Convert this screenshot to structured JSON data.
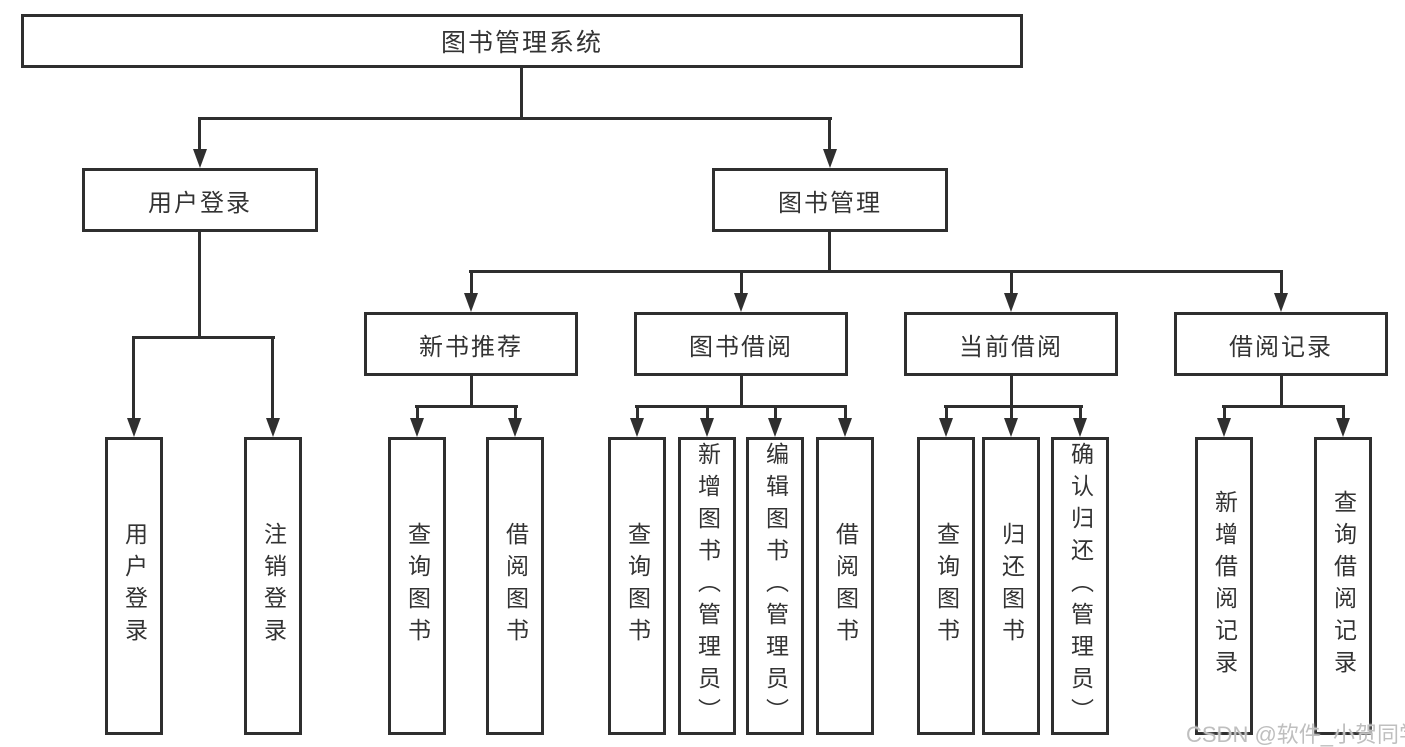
{
  "title": "图书管理系统",
  "tree": {
    "root": {
      "label": "图书管理系统",
      "children": [
        {
          "label": "用户登录",
          "children": [
            {
              "label": "用户登录"
            },
            {
              "label": "注销登录"
            }
          ]
        },
        {
          "label": "图书管理",
          "children": [
            {
              "label": "新书推荐",
              "children": [
                {
                  "label": "查询图书"
                },
                {
                  "label": "借阅图书"
                }
              ]
            },
            {
              "label": "图书借阅",
              "children": [
                {
                  "label": "查询图书"
                },
                {
                  "label": "新增图书（管理员）"
                },
                {
                  "label": "编辑图书（管理员）"
                },
                {
                  "label": "借阅图书"
                }
              ]
            },
            {
              "label": "当前借阅",
              "children": [
                {
                  "label": "查询图书"
                },
                {
                  "label": "归还图书"
                },
                {
                  "label": "确认归还（管理员）"
                }
              ]
            },
            {
              "label": "借阅记录",
              "children": [
                {
                  "label": "新增借阅记录"
                },
                {
                  "label": "查询借阅记录"
                }
              ]
            }
          ]
        }
      ]
    }
  },
  "watermark": {
    "text": "CSDN @软件_小贺同学"
  },
  "colors": {
    "line": "#2f2f2f",
    "text": "#333333",
    "background": "#ffffff",
    "watermark": "#bfbfbf"
  }
}
